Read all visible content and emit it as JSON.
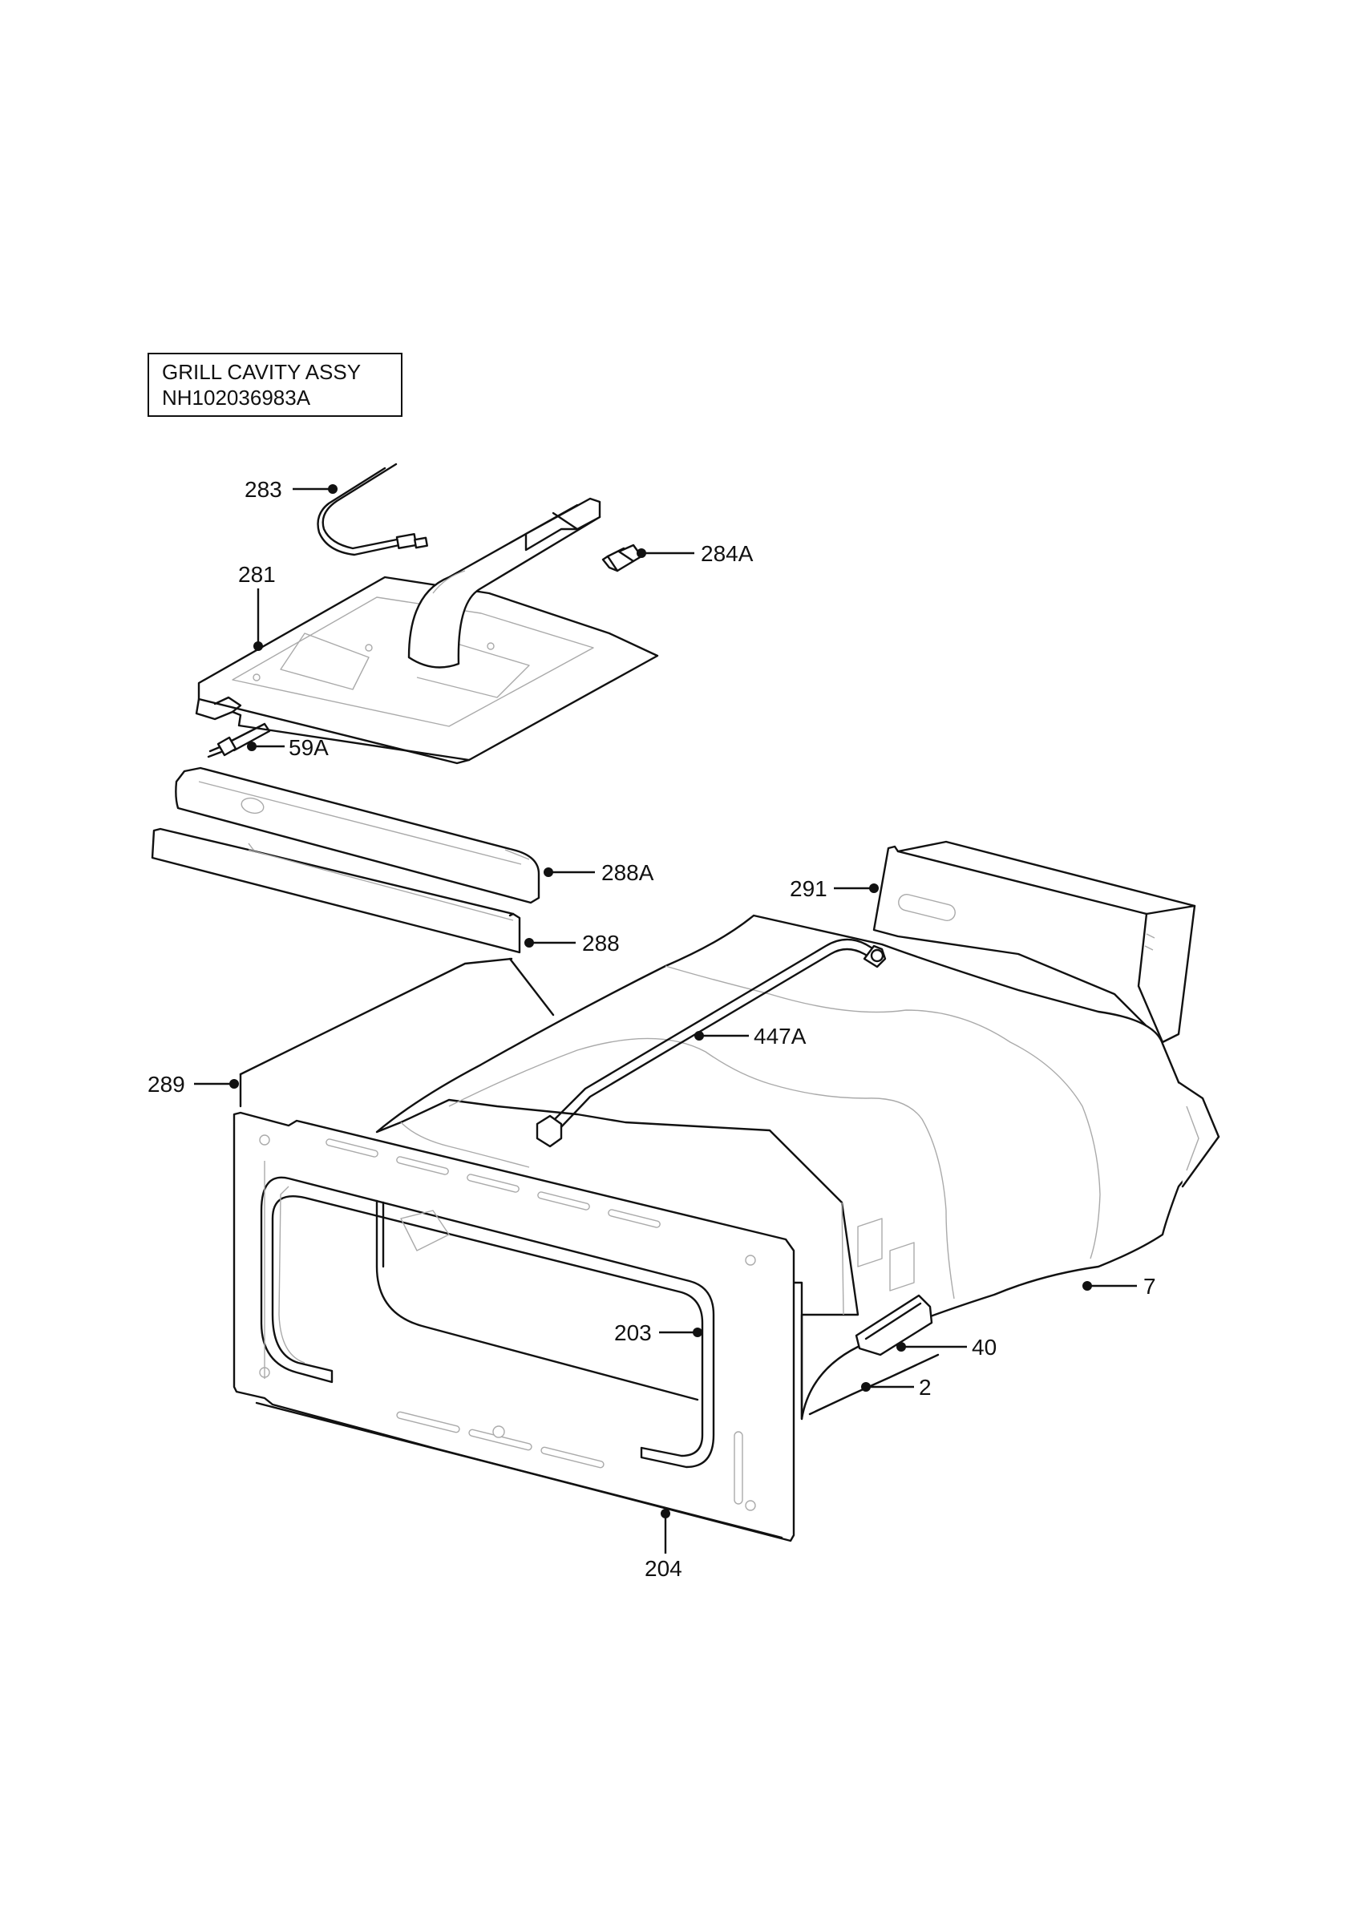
{
  "title": {
    "line1": "GRILL CAVITY ASSY",
    "line2": "NH102036983A"
  },
  "callouts": [
    {
      "id": "283",
      "label": "283"
    },
    {
      "id": "284A",
      "label": "284A"
    },
    {
      "id": "281",
      "label": "281"
    },
    {
      "id": "59A",
      "label": "59A"
    },
    {
      "id": "288A",
      "label": "288A"
    },
    {
      "id": "291",
      "label": "291"
    },
    {
      "id": "288",
      "label": "288"
    },
    {
      "id": "447A",
      "label": "447A"
    },
    {
      "id": "289",
      "label": "289"
    },
    {
      "id": "7",
      "label": "7"
    },
    {
      "id": "203",
      "label": "203"
    },
    {
      "id": "40",
      "label": "40"
    },
    {
      "id": "2",
      "label": "2"
    },
    {
      "id": "204",
      "label": "204"
    }
  ]
}
